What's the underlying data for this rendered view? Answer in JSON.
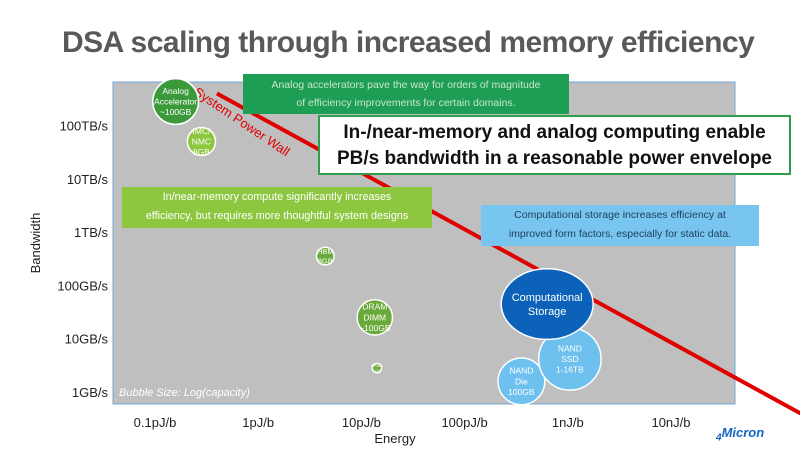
{
  "title": "DSA scaling through increased memory efficiency",
  "notes": {
    "analog_line1": "Analog accelerators pave the way for orders of magnitude",
    "analog_line2": "of efficiency improvements for certain domains.",
    "callout_line1": "In-/near-memory and analog computing enable",
    "callout_line2": "PB/s bandwidth in a reasonable power envelope",
    "imc_line1": "In/near-memory compute significantly increases",
    "imc_line2": "efficiency, but requires more thoughtful system designs",
    "storage_line1": "Computational storage increases efficiency at",
    "storage_line2": "improved form factors, especially for static data."
  },
  "wall_label": "System Power Wall",
  "bubble_size_label": "Bubble Size: Log(capacity)",
  "logo": "Micron",
  "colors": {
    "dark_green": "#3a9a3a",
    "mid_green": "#6aaa3a",
    "light_green": "#8dc63f",
    "dark_blue": "#0b62b8",
    "light_blue": "#6ec0ef",
    "wall_red": "#e00000",
    "plot_bg": "#bfbfbf"
  },
  "chart_data": {
    "type": "scatter",
    "xlabel": "Energy",
    "ylabel": "Bandwidth",
    "x_ticks": [
      "0.1pJ/b",
      "1pJ/b",
      "10pJ/b",
      "100pJ/b",
      "1nJ/b",
      "10nJ/b"
    ],
    "y_ticks": [
      "1GB/s",
      "10GB/s",
      "100GB/s",
      "1TB/s",
      "10TB/s",
      "100TB/s"
    ],
    "x_scale": "log",
    "y_scale": "log",
    "bubbles": [
      {
        "lines": [
          "Analog",
          "Accelerator",
          "~100GB"
        ],
        "energy_log": -0.8,
        "bw_log": 5.45,
        "size_log": 0.44,
        "color": "dark_green",
        "text": "#ffffff"
      },
      {
        "lines": [
          "IMC/",
          "NMC",
          "8GB"
        ],
        "energy_log": -0.55,
        "bw_log": 4.7,
        "size_log": 0.27,
        "color": "light_green",
        "text": "#ffffff"
      },
      {
        "lines": [
          "HBM",
          "8GB"
        ],
        "energy_log": 0.65,
        "bw_log": 2.55,
        "size_log": 0.17,
        "color": "mid_green",
        "text": "#ffffff"
      },
      {
        "lines": [
          "DRAM",
          "DIMM",
          "~100GB"
        ],
        "energy_log": 1.13,
        "bw_log": 1.4,
        "size_log": 0.34,
        "color": "mid_green",
        "text": "#ffffff"
      },
      {
        "lines": [
          "DRAM",
          "1GB"
        ],
        "energy_log": 1.15,
        "bw_log": 0.45,
        "size_log": 0.09,
        "color": "mid_green",
        "text": "#ffffff"
      },
      {
        "lines": [
          "NAND",
          "Die",
          "100GB"
        ],
        "energy_log": 2.55,
        "bw_log": 0.2,
        "size_log": 0.45,
        "color": "light_blue",
        "text": "#ffffff"
      },
      {
        "lines": [
          "NAND",
          "SSD",
          "1-16TB"
        ],
        "energy_log": 3.02,
        "bw_log": 0.62,
        "size_log": 0.6,
        "color": "light_blue",
        "text": "#ffffff"
      },
      {
        "lines": [
          "Computational",
          "Storage"
        ],
        "energy_log": 2.8,
        "bw_log": 1.65,
        "size_log": 0.68,
        "color": "dark_blue",
        "text": "#ffffff"
      }
    ],
    "power_wall": {
      "from": [
        -0.4,
        5.6
      ],
      "to": [
        5.3,
        -0.45
      ]
    }
  }
}
